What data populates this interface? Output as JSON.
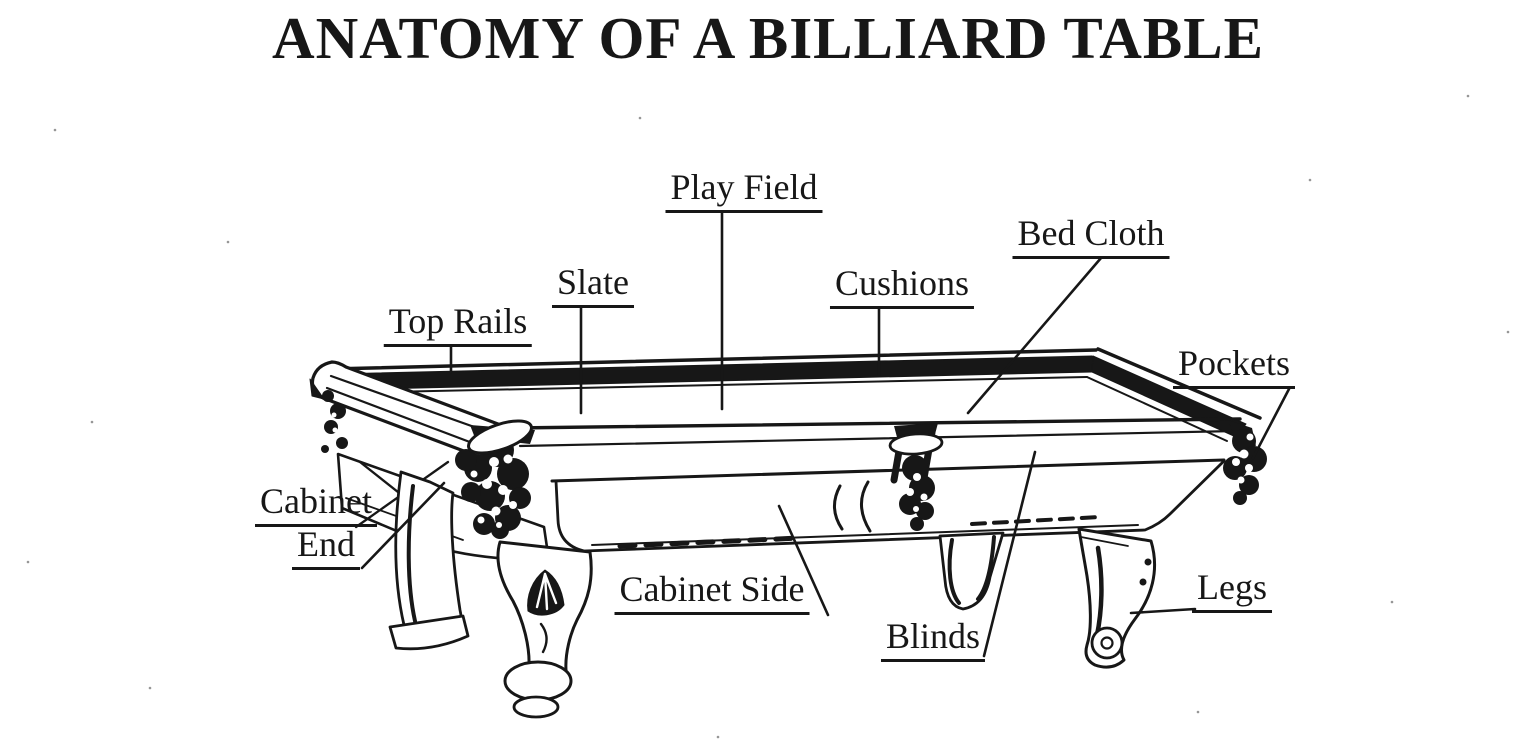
{
  "title": "ANATOMY OF A BILLIARD TABLE",
  "labels": {
    "play_field": "Play Field",
    "bed_cloth": "Bed Cloth",
    "slate": "Slate",
    "cushions": "Cushions",
    "top_rails": "Top Rails",
    "pockets": "Pockets",
    "cabinet_end_line1": "Cabinet",
    "cabinet_end_line2": "End",
    "cabinet_side": "Cabinet Side",
    "blinds": "Blinds",
    "legs": "Legs"
  },
  "colors": {
    "ink": "#171717",
    "paper": "#ffffff"
  }
}
